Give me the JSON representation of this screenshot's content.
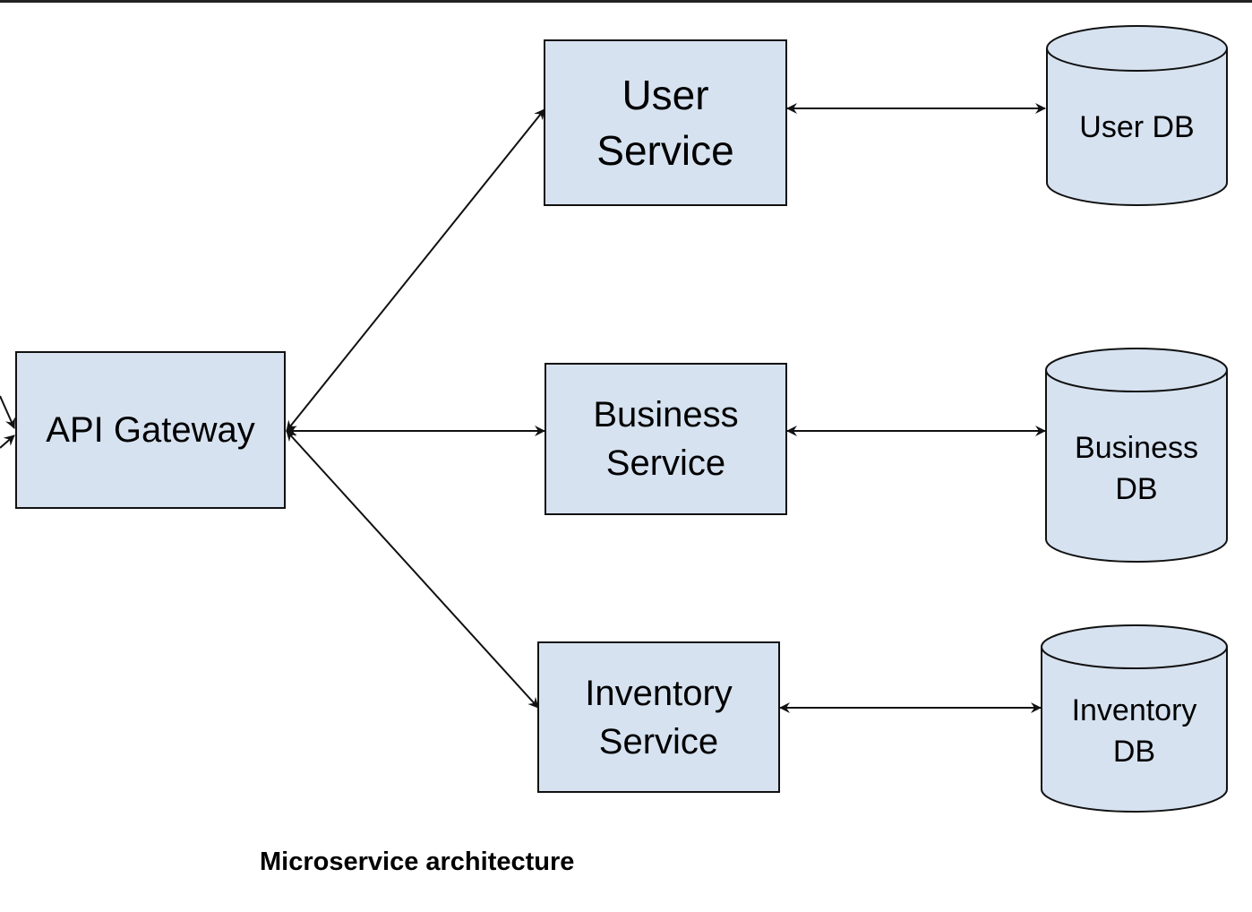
{
  "nodes": {
    "api_gateway": {
      "label": "API Gateway"
    },
    "user_service": {
      "lines": [
        "User",
        "Service"
      ]
    },
    "business_service": {
      "lines": [
        "Business",
        "Service"
      ]
    },
    "inventory_service": {
      "lines": [
        "Inventory",
        "Service"
      ]
    },
    "user_db": {
      "lines": [
        "User DB"
      ]
    },
    "business_db": {
      "lines": [
        "Business",
        "DB"
      ]
    },
    "inventory_db": {
      "lines": [
        "Inventory",
        "DB"
      ]
    }
  },
  "edges": [
    {
      "from": "api_gateway",
      "to": "user_service",
      "direction": "bidirectional"
    },
    {
      "from": "api_gateway",
      "to": "business_service",
      "direction": "bidirectional"
    },
    {
      "from": "api_gateway",
      "to": "inventory_service",
      "direction": "bidirectional"
    },
    {
      "from": "user_service",
      "to": "user_db",
      "direction": "bidirectional"
    },
    {
      "from": "business_service",
      "to": "business_db",
      "direction": "bidirectional"
    },
    {
      "from": "inventory_service",
      "to": "inventory_db",
      "direction": "bidirectional"
    }
  ],
  "colors": {
    "node_fill": "#d6e2f0",
    "stroke": "#111111"
  },
  "caption": "Microservice architecture"
}
